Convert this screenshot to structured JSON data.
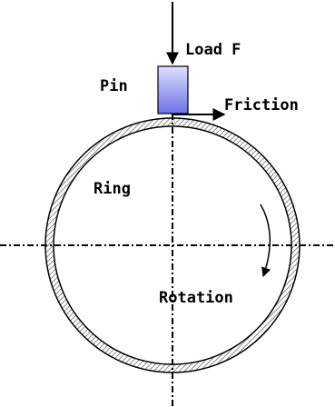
{
  "labels": {
    "load": "Load F",
    "pin": "Pin",
    "friction": "Friction",
    "ring": "Ring",
    "rotation": "Rotation"
  },
  "colors": {
    "line": "#000000",
    "pin_fill_top": "#d9dcff",
    "pin_fill_bottom": "#6f74e8",
    "ring_hatch": "#9a9a9a",
    "background": "#ffffff"
  }
}
